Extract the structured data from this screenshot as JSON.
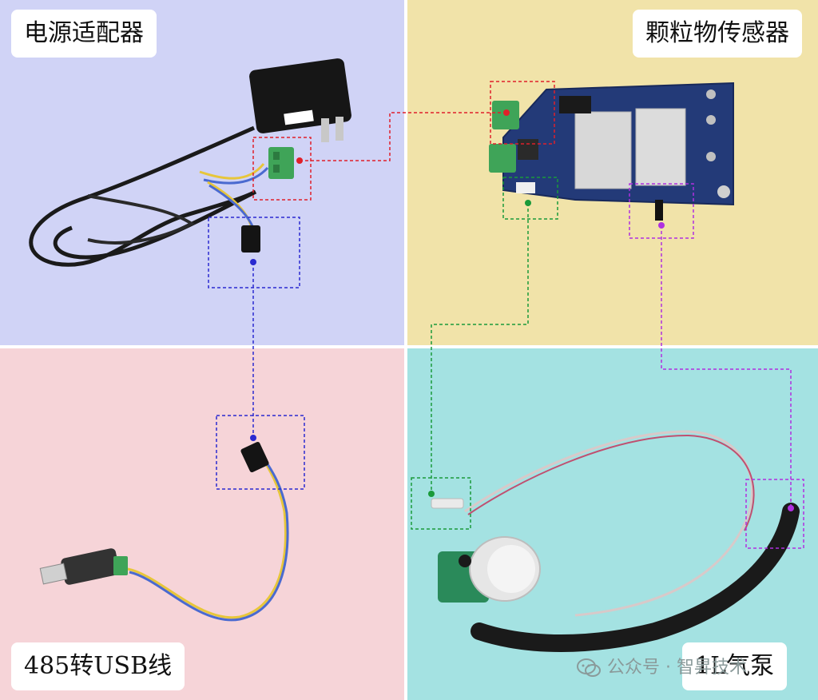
{
  "labels": {
    "power_adapter": "电源适配器",
    "pm_sensor": "颗粒物传感器",
    "usb_converter": "485转USB线",
    "air_pump": "1L气泵"
  },
  "watermark": {
    "text": "公众号 · 智昇技术",
    "icon": "wechat-icon"
  },
  "colors": {
    "quadrant_top_left": "#d0d3f6",
    "quadrant_top_right": "#f1e3a9",
    "quadrant_bottom_left": "#f6d4d8",
    "quadrant_bottom_right": "#a4e2e2",
    "link_red": "#e0202a",
    "link_blue": "#2a2ad0",
    "link_green": "#1a9a3a",
    "link_purple": "#b030e0"
  }
}
